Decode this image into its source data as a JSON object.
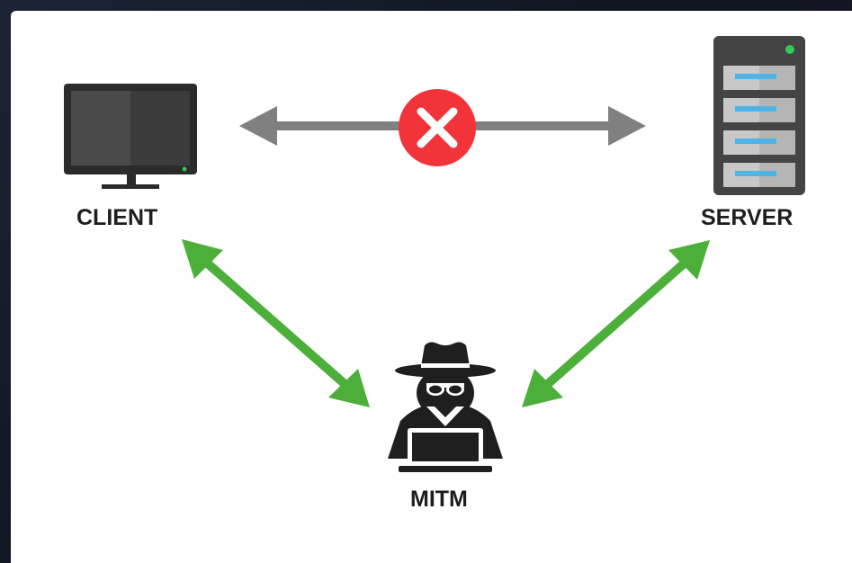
{
  "diagram": {
    "nodes": {
      "client": {
        "label": "CLIENT",
        "icon": "monitor-icon"
      },
      "server": {
        "label": "SERVER",
        "icon": "server-rack-icon"
      },
      "mitm": {
        "label": "MITM",
        "icon": "hacker-icon"
      }
    },
    "edges": [
      {
        "from": "client",
        "to": "server",
        "status": "blocked",
        "color": "#808080",
        "marker": "x-circle-icon"
      },
      {
        "from": "client",
        "to": "mitm",
        "status": "active",
        "color": "#4caf3a"
      },
      {
        "from": "server",
        "to": "mitm",
        "status": "active",
        "color": "#4caf3a"
      }
    ],
    "colors": {
      "blocked_arrow": "#808080",
      "intercept_arrow": "#4caf3a",
      "error_marker": "#f2333a",
      "icon_dark": "#2b2b2b",
      "server_stripe": "#4fb3e6",
      "status_led": "#34c759"
    }
  }
}
